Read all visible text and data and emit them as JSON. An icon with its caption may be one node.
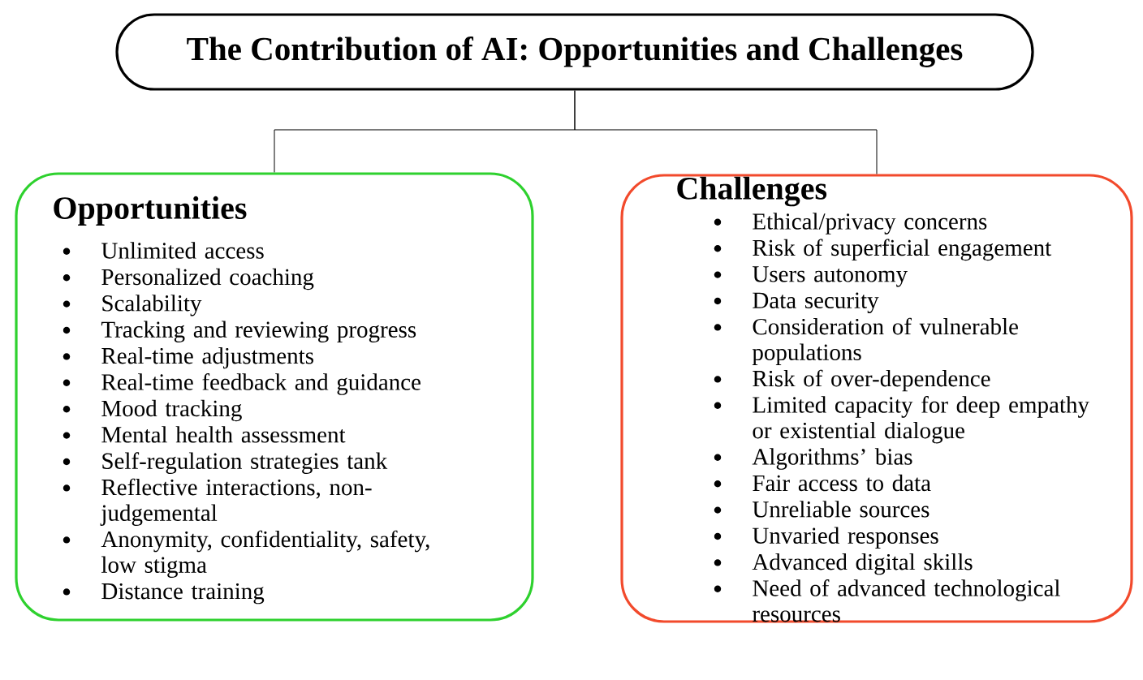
{
  "diagram": {
    "nodes": [
      {
        "text": [
          "The Contribution of AI: Opportunities and Challenges"
        ]
      },
      {
        "text": [
          "Opportunities",
          "Unlimited access",
          "Personalized coaching",
          "Scalability",
          "Tracking and reviewing progress",
          "Real-time adjustments",
          "Real-time feedback and guidance",
          "Mood tracking",
          "Mental health assessment",
          "Self-regulation strategies tank",
          "Reflective interactions, non-judgemental",
          "Anonymity, confidentiality, safety, low stigma",
          "Distance training"
        ]
      },
      {
        "text": [
          "Challenges",
          "Ethical/privacy concerns",
          "Risk of superficial engagement",
          "Users autonomy",
          "Data security",
          "Consideration of vulnerable populations",
          "Risk of over-dependence",
          "Limited capacity for deep empathy or existential dialogue",
          "Algorithms’ bias",
          "Fair access to data",
          "Unreliable sources",
          "Unvaried responses",
          "Advanced digital skills",
          "Need of advanced technological resources"
        ]
      }
    ],
    "edges": [
      {
        "from": 0,
        "to": 1,
        "arrow": "none"
      },
      {
        "from": 0,
        "to": 2,
        "arrow": "none"
      }
    ]
  }
}
